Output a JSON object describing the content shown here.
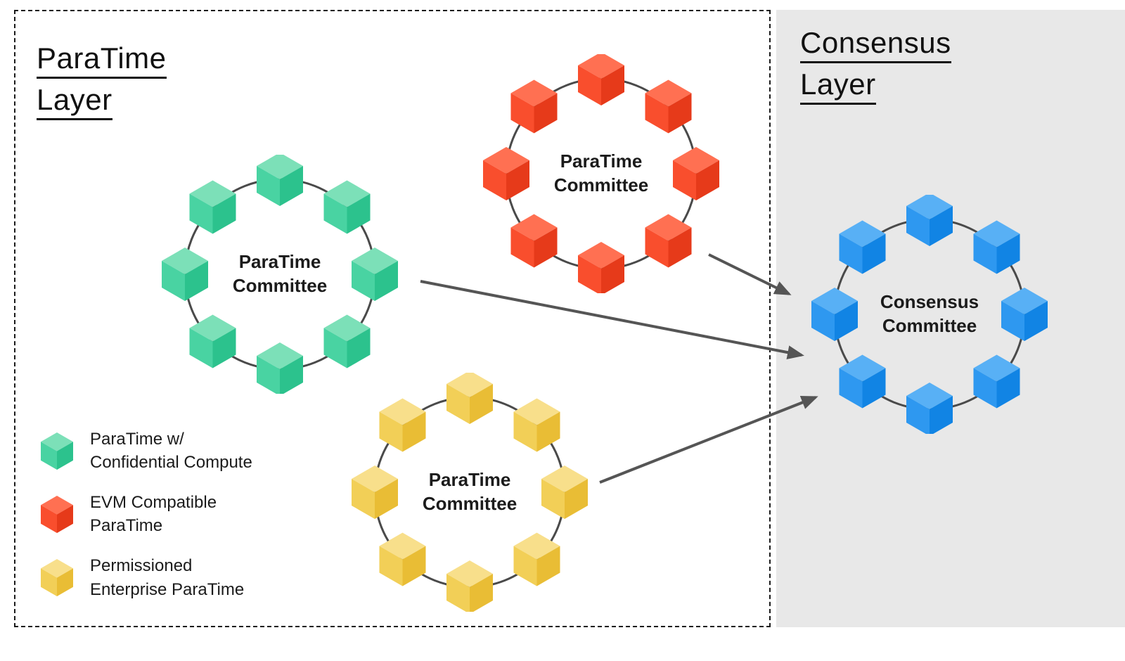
{
  "layers": {
    "paratime": {
      "title_line1": "ParaTime",
      "title_line2": "Layer"
    },
    "consensus": {
      "title_line1": "Consensus",
      "title_line2": "Layer"
    }
  },
  "committees": [
    {
      "id": "paratime-committee-green",
      "color": "green",
      "node_count": 8,
      "label_line1": "ParaTime",
      "label_line2": "Committee"
    },
    {
      "id": "paratime-committee-red",
      "color": "red",
      "node_count": 8,
      "label_line1": "ParaTime",
      "label_line2": "Committee"
    },
    {
      "id": "paratime-committee-yellow",
      "color": "yellow",
      "node_count": 8,
      "label_line1": "ParaTime",
      "label_line2": "Committee"
    },
    {
      "id": "consensus-committee-blue",
      "color": "blue",
      "node_count": 8,
      "label_line1": "Consensus",
      "label_line2": "Committee"
    }
  ],
  "legend": [
    {
      "color": "green",
      "label_line1": "ParaTime w/",
      "label_line2": "Confidential Compute"
    },
    {
      "color": "red",
      "label_line1": "EVM Compatible",
      "label_line2": "ParaTime"
    },
    {
      "color": "yellow",
      "label_line1": "Permissioned",
      "label_line2": "Enterprise ParaTime"
    }
  ],
  "colors": {
    "green": {
      "top": "#7CE0B8",
      "left": "#49D3A2",
      "right": "#2CC28D"
    },
    "red": {
      "top": "#FF7052",
      "left": "#F94E2D",
      "right": "#E63A1A"
    },
    "yellow": {
      "top": "#F8DF8B",
      "left": "#F2CF57",
      "right": "#E9BD35"
    },
    "blue": {
      "top": "#58B0F5",
      "left": "#2E98F0",
      "right": "#1184E4"
    },
    "ring": "#4A4A4A",
    "arrow": "#555555",
    "consensus_background": "#E8E8E8"
  }
}
